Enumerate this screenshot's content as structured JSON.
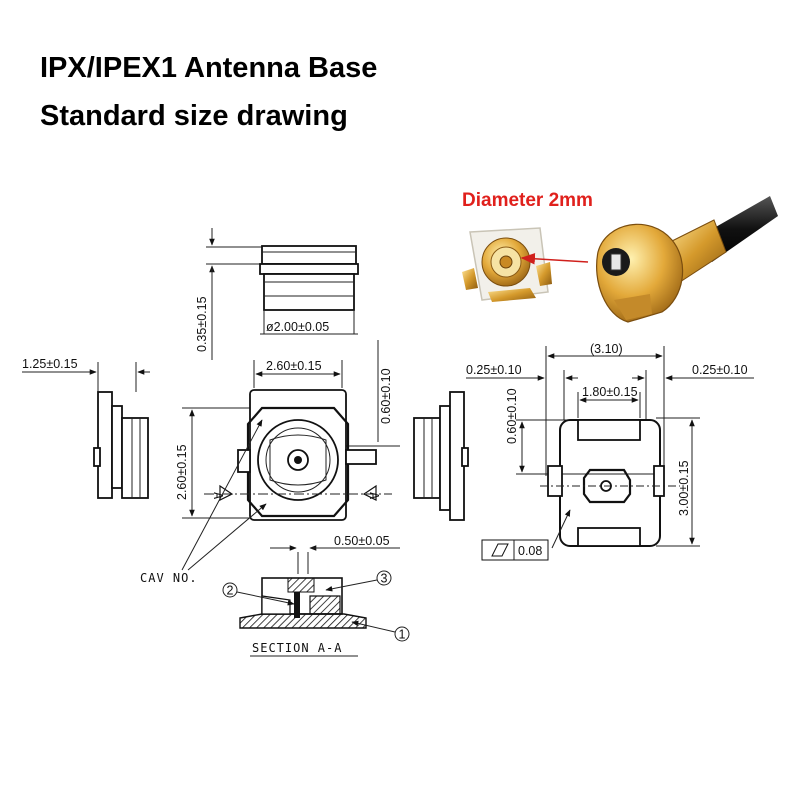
{
  "header": {
    "title": "IPX/IPEX1 Antenna Base",
    "subtitle": "Standard size drawing"
  },
  "photo": {
    "callout": "Diameter 2mm",
    "callout_color": "#e0201c"
  },
  "dimensions": {
    "height": "0.35±0.15",
    "diameter": "ø2.00±0.05",
    "side_width": "1.25±0.15",
    "top_width": "2.60±0.15",
    "side_height": "2.60±0.15",
    "pin_offset": "0.60±0.10",
    "section_width": "0.50±0.05",
    "footprint_total": "(3.10)",
    "footprint_left": "0.25±0.10",
    "footprint_right": "0.25±0.10",
    "pad_width": "1.80±0.15",
    "pad_offset": "0.60±0.10",
    "footprint_height": "3.00±0.15",
    "flatness": "0.08"
  },
  "labels": {
    "cav": "CAV NO.",
    "section": "SECTION A-A",
    "section_mark_left": "A",
    "section_mark_right": "A",
    "callout_1": "1",
    "callout_2": "2",
    "callout_3": "3"
  }
}
